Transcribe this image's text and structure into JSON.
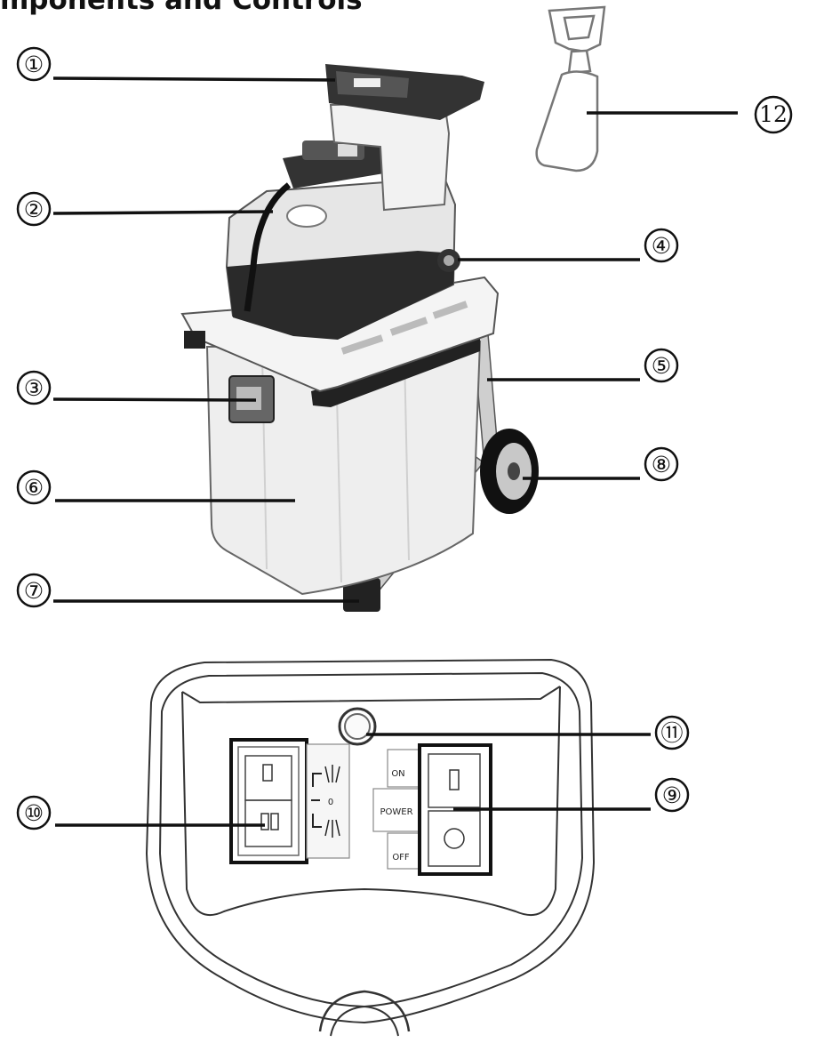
{
  "page": {
    "heading": "mponents and Controls"
  },
  "callouts": [
    {
      "id": "c1",
      "label": "①"
    },
    {
      "id": "c2",
      "label": "②"
    },
    {
      "id": "c3",
      "label": "③"
    },
    {
      "id": "c4",
      "label": "④"
    },
    {
      "id": "c5",
      "label": "⑤"
    },
    {
      "id": "c6",
      "label": "⑥"
    },
    {
      "id": "c7",
      "label": "⑦"
    },
    {
      "id": "c8",
      "label": "⑧"
    },
    {
      "id": "c9",
      "label": "⑨"
    },
    {
      "id": "c10",
      "label": "⑩"
    },
    {
      "id": "c11",
      "label": "⑪"
    },
    {
      "id": "c12",
      "label": "12"
    }
  ],
  "control_panel": {
    "power_switch": {
      "on_label": "ON",
      "power_label": "POWER",
      "off_label": "OFF"
    },
    "direction_switch": {
      "center_label": "0"
    }
  },
  "icons": {
    "shredder": "garden-shredder-illustration",
    "pusher": "material-pusher-tool",
    "panel": "control-panel-diagram"
  }
}
